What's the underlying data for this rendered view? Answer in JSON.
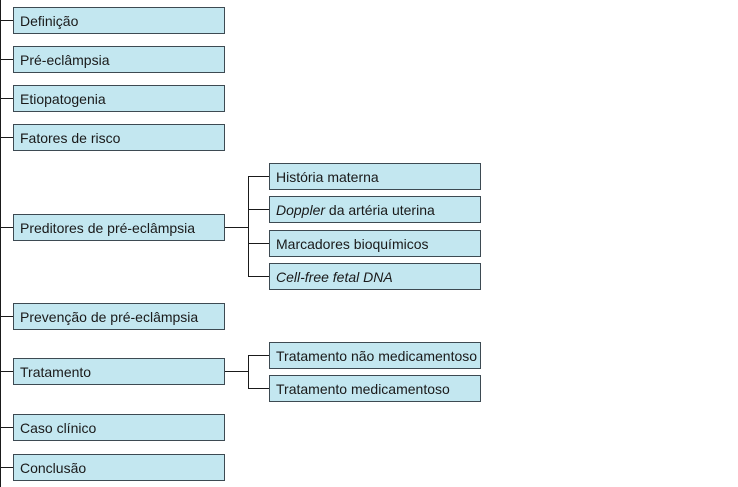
{
  "main": [
    {
      "label": "Definição"
    },
    {
      "label": "Pré-eclâmpsia"
    },
    {
      "label": "Etiopatogenia"
    },
    {
      "label": "Fatores de risco"
    },
    {
      "label": "Preditores de pré-eclâmpsia"
    },
    {
      "label": "Prevenção de pré-eclâmpsia"
    },
    {
      "label": "Tratamento"
    },
    {
      "label": "Caso clínico"
    },
    {
      "label": "Conclusão"
    }
  ],
  "predictors": [
    {
      "label": "História materna"
    },
    {
      "italic": "Doppler",
      "label": " da artéria uterina"
    },
    {
      "label": "Marcadores bioquímicos"
    },
    {
      "italic": "Cell-free fetal DNA"
    }
  ],
  "treatment": [
    {
      "label": "Tratamento não medicamentoso"
    },
    {
      "label": "Tratamento medicamentoso"
    }
  ],
  "colors": {
    "box_fill": "#c3e7f0",
    "box_border": "#3d4a52",
    "line": "#1a1a1a"
  }
}
